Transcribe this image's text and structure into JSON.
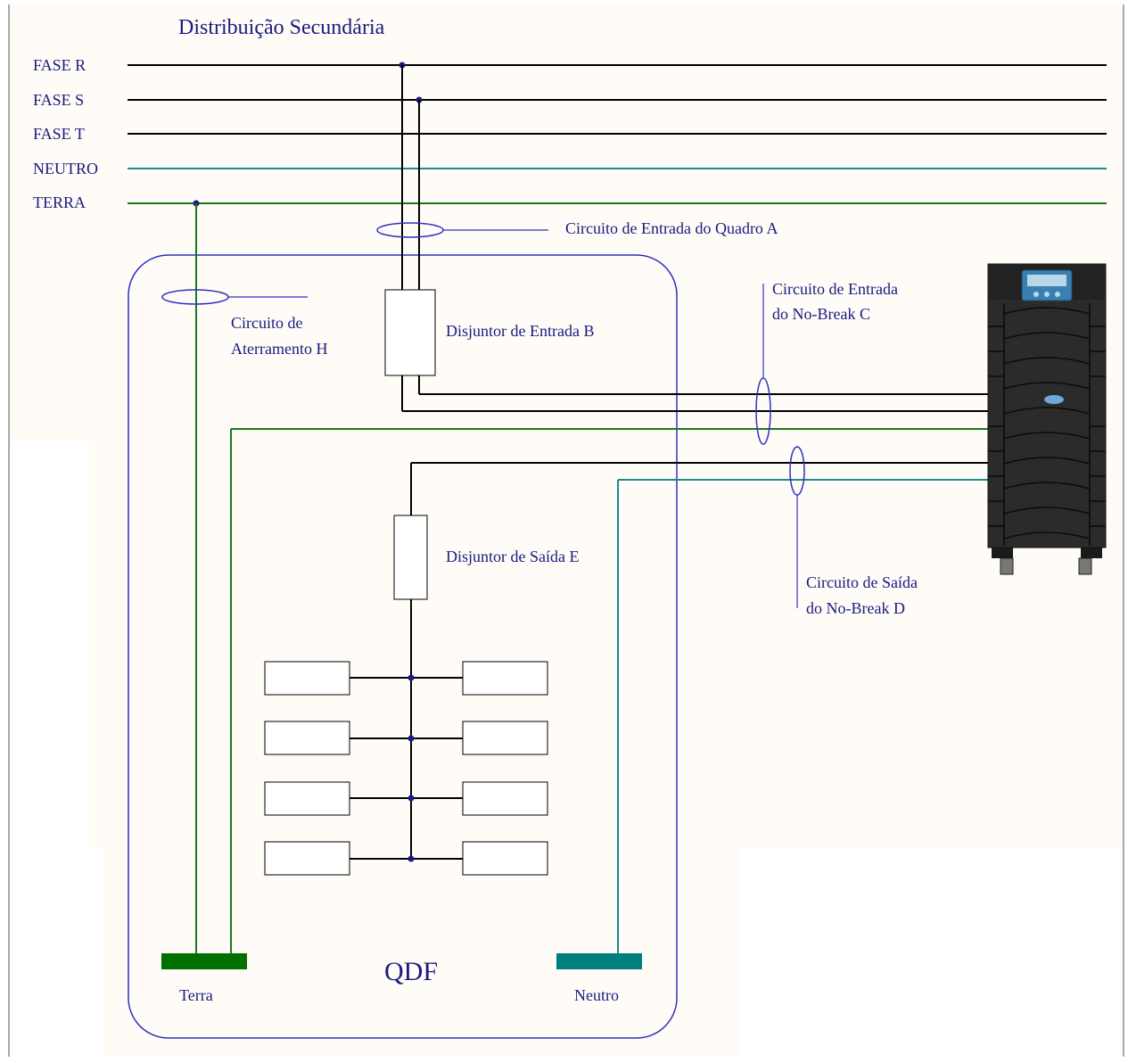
{
  "title": "Distribuição Secundária",
  "bus_lines": {
    "fase_r": "FASE R",
    "fase_s": "FASE S",
    "fase_t": "FASE T",
    "neutro": "NEUTRO",
    "terra": "TERRA"
  },
  "labels": {
    "circuito_entrada_quadro": "Circuito de Entrada do Quadro A",
    "circuito_aterramento_1": "Circuito de",
    "circuito_aterramento_2": "Aterramento H",
    "disjuntor_entrada": "Disjuntor de Entrada B",
    "circuito_entrada_nobreak_1": "Circuito de Entrada",
    "circuito_entrada_nobreak_2": "do No-Break C",
    "disjuntor_saida": "Disjuntor de Saída E",
    "circuito_saida_nobreak_1": "Circuito de Saída",
    "circuito_saida_nobreak_2": "do No-Break D",
    "qdf": "QDF",
    "terra_bar": "Terra",
    "neutro_bar": "Neutro"
  },
  "colors": {
    "label_blue": "#1a1a80",
    "phase_black": "#000000",
    "neutral_teal": "#1e8a8a",
    "ground_green": "#1a7a1a",
    "panel_outline": "#3030c0",
    "background": "#fffcf7",
    "terra_bar": "#007000",
    "neutro_bar": "#007f7f"
  },
  "nobreak_icon": "ups-tower-icon"
}
